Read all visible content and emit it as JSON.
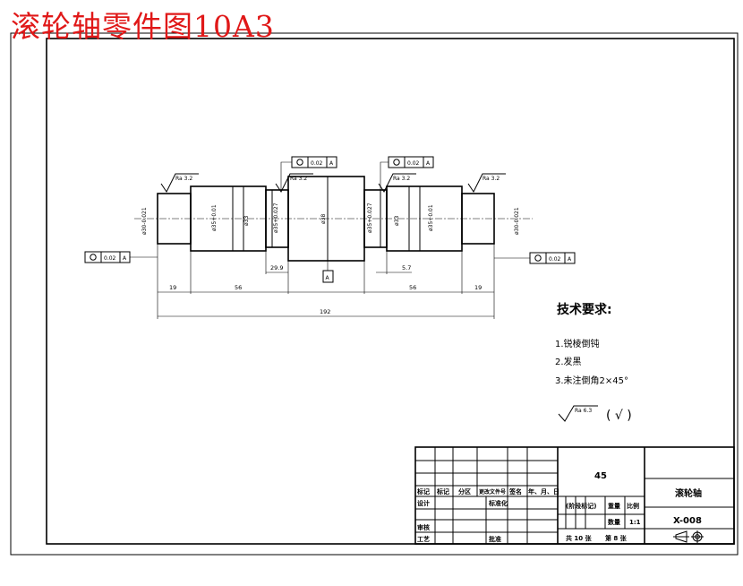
{
  "title": "滚轮轴零件图10A3",
  "dimensions": {
    "diameters": [
      "ø30-0.021",
      "ø35+0.01",
      "ø33",
      "ø35+0.027",
      "ø38",
      "ø35+0.027",
      "ø33",
      "ø35+0.01",
      "ø30-0.021"
    ],
    "lengths": [
      "19",
      "56",
      "29.9",
      "56",
      "19",
      "5.7"
    ],
    "total_length": "192"
  },
  "roughness": {
    "left": "Ra 3.2",
    "mid_left": "Ra 3.2",
    "mid_right": "Ra 3.2",
    "right": "Ra 3.2",
    "general": "Ra 6.3",
    "general_note": "( √ )"
  },
  "tolerances": {
    "value": "0.02",
    "datum": "A"
  },
  "technical_requirements": {
    "heading": "技术要求:",
    "items": [
      "1.锐棱倒钝",
      "2.发黑",
      "3.未注倒角2×45°"
    ]
  },
  "title_block": {
    "material": "45",
    "part_name": "滚轮轴",
    "drawing_no": "X-008",
    "scale_label": "比例",
    "weight_label": "重量",
    "quantity_label": "数量",
    "scale": "1:1",
    "stage_mark": "(阶段标记)",
    "sheets": "共 10 张",
    "sheet_no": "第 8 张",
    "header_row": [
      "标记",
      "标记",
      "分区",
      "更改文件号",
      "签名",
      "年、月、日"
    ],
    "design_label": "设计",
    "standardize_label": "标准化",
    "check_label": "审核",
    "process_label": "工艺",
    "approve_label": "批准"
  }
}
